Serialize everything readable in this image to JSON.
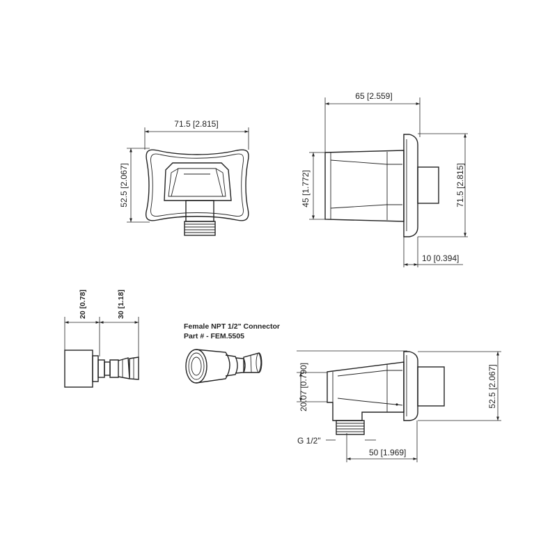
{
  "front_view": {
    "width_dim": "71.5 [2.815]",
    "height_dim": "52.5 [2.067]"
  },
  "side_view": {
    "depth_dim": "65 [2.559]",
    "nozzle_height_dim": "45 [1.772]",
    "flange_height_dim": "71.5 [2.815]",
    "flange_thickness_dim": "10 [0.394]"
  },
  "connector_side": {
    "dim_a": "20 [0.78]",
    "dim_b": "30 [1.18]"
  },
  "connector_label": {
    "line1": "Female NPT 1/2\" Connector",
    "line2": "Part # - FEM.5505"
  },
  "bottom_side_view": {
    "outlet_dim": "20.07 [0.790]",
    "height_dim": "52.5 [2.067]",
    "thread_label": "G 1/2\"",
    "depth_dim": "50 [1.969]"
  }
}
